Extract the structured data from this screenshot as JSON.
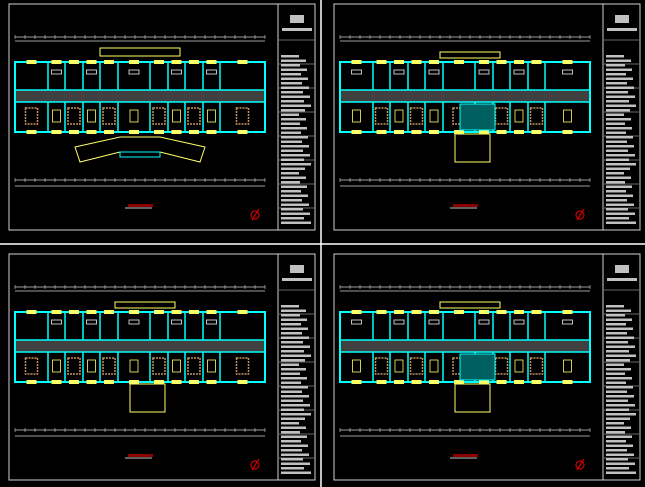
{
  "colors": {
    "background": "#000000",
    "frame": "#d0d0d0",
    "wall": "#00ffff",
    "window": "#ffff66",
    "furniture": "#c8905a",
    "corridor": "#404040",
    "titlebar": "#c0c0c0",
    "scale_bar": "#8b0000",
    "north_mark": "#cc0000"
  },
  "sheets": [
    {
      "id": "sheet-1",
      "variant": "ground-floor",
      "has_entrance_canopy": true
    },
    {
      "id": "sheet-2",
      "variant": "upper-floor-a",
      "has_entrance_canopy": false
    },
    {
      "id": "sheet-3",
      "variant": "upper-floor-b",
      "has_entrance_canopy": false
    },
    {
      "id": "sheet-4",
      "variant": "upper-floor-c",
      "has_entrance_canopy": false
    }
  ]
}
